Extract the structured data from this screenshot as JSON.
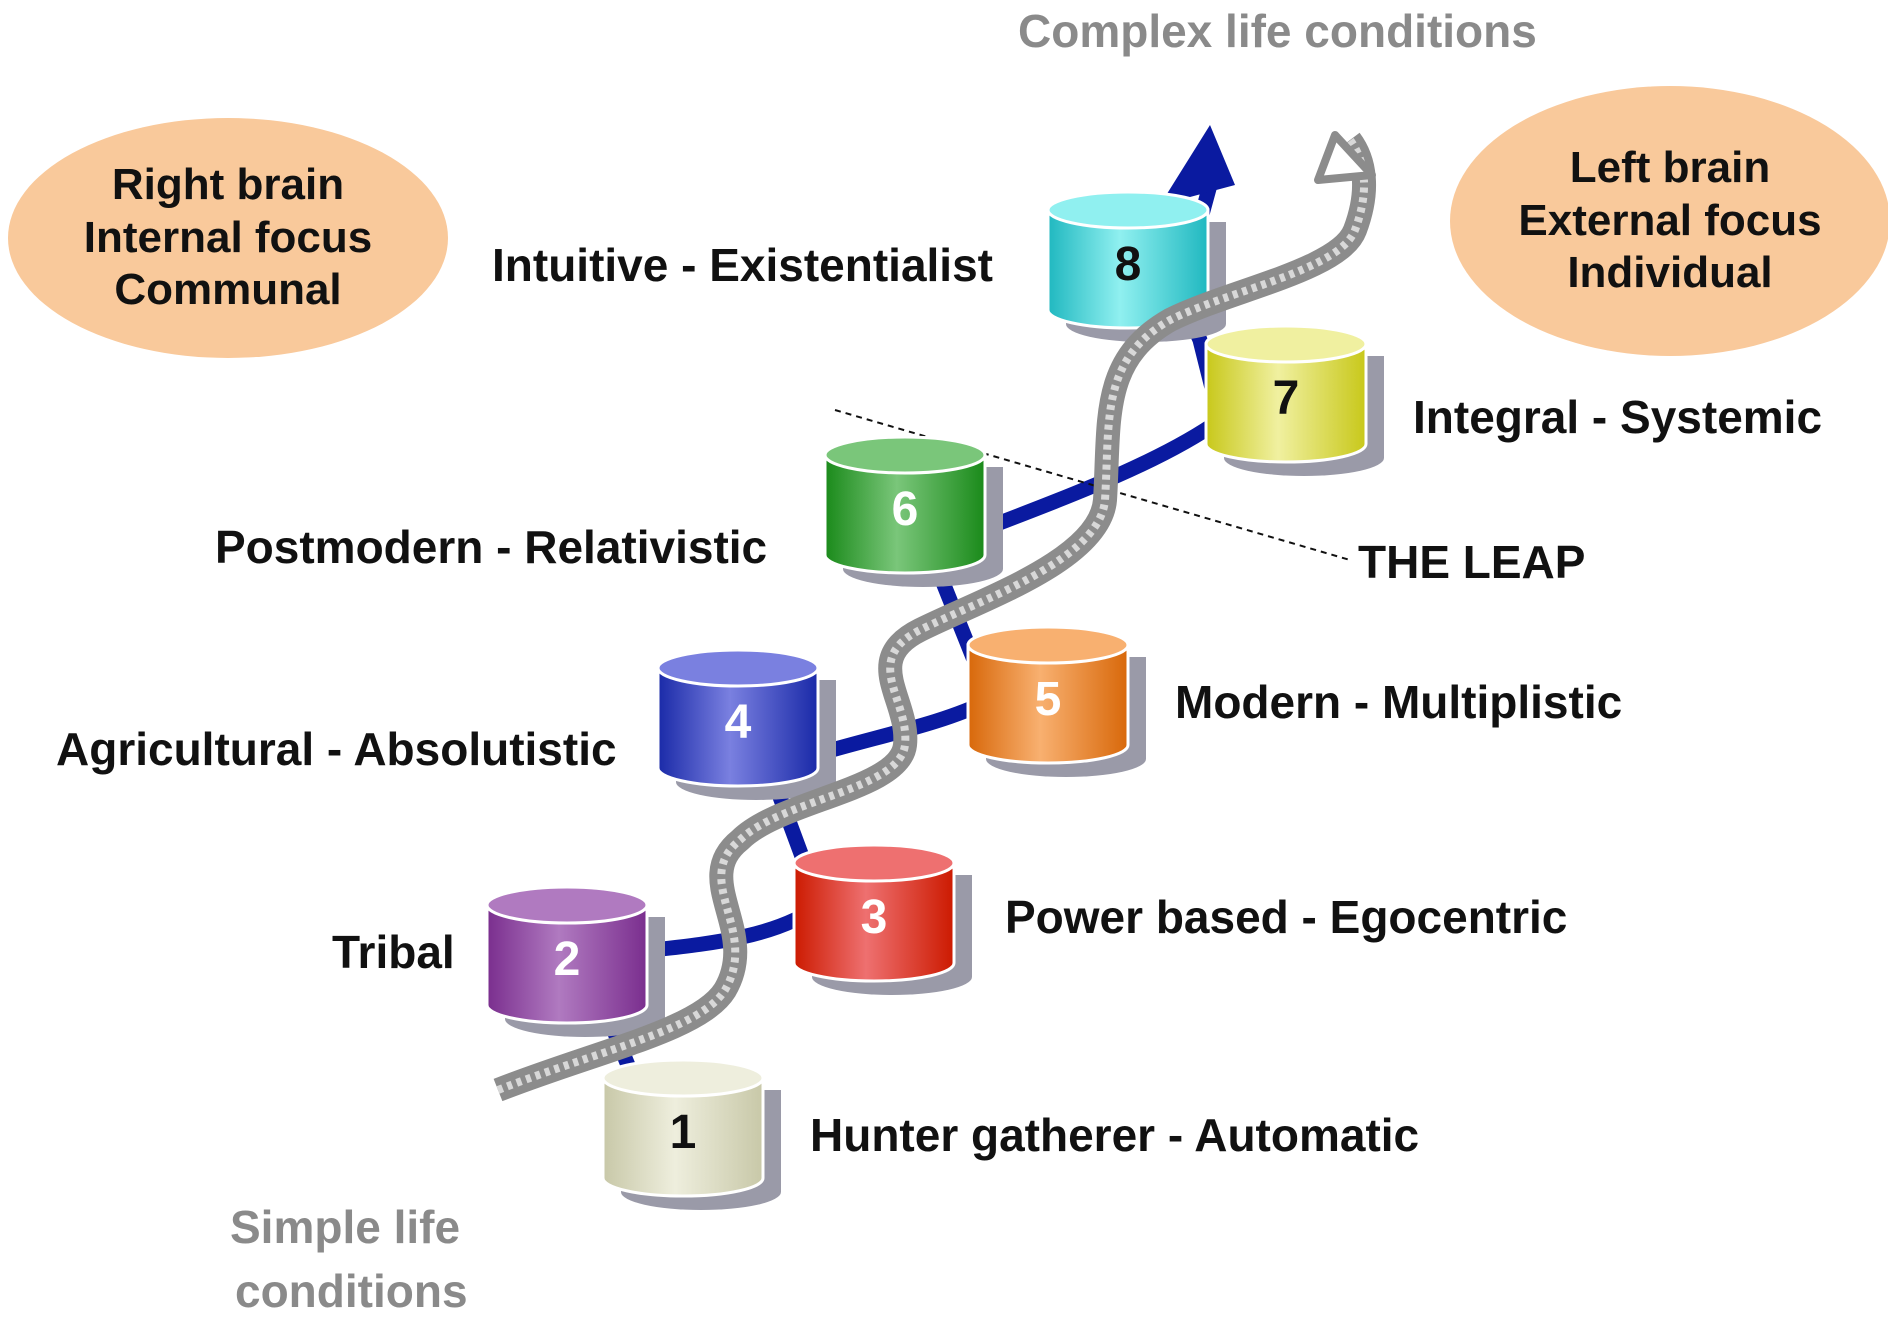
{
  "header": {
    "complex": "Complex life conditions"
  },
  "footer": {
    "simple_line1": "Simple life",
    "simple_line2": "conditions"
  },
  "left_ellipse": {
    "lines": [
      "Right brain",
      "Internal focus",
      "Communal"
    ]
  },
  "right_ellipse": {
    "lines": [
      "Left brain",
      "External focus",
      "Individual"
    ]
  },
  "leap_label": "THE LEAP",
  "stages": [
    {
      "num": "1",
      "label": "Hunter gatherer - Automatic",
      "color_top": "#eeeedd",
      "color_side": "#c8c8a8",
      "num_color": "#111111"
    },
    {
      "num": "2",
      "label": "Tribal",
      "color_top": "#b07ac0",
      "color_side": "#7a2e8e",
      "num_color": "#ffffff"
    },
    {
      "num": "3",
      "label": "Power based - Egocentric",
      "color_top": "#ee7070",
      "color_side": "#cc1a00",
      "num_color": "#ffffff"
    },
    {
      "num": "4",
      "label": "Agricultural - Absolutistic",
      "color_top": "#7a80e0",
      "color_side": "#1a2aa8",
      "num_color": "#ffffff"
    },
    {
      "num": "5",
      "label": "Modern - Multiplistic",
      "color_top": "#f8b070",
      "color_side": "#d8680a",
      "num_color": "#ffffff"
    },
    {
      "num": "6",
      "label": "Postmodern - Relativistic",
      "color_top": "#7ac67a",
      "color_side": "#1a8a1a",
      "num_color": "#ffffff"
    },
    {
      "num": "7",
      "label": "Integral - Systemic",
      "color_top": "#f0f0a0",
      "color_side": "#c8c81a",
      "num_color": "#111111"
    },
    {
      "num": "8",
      "label": "Intuitive - Existentialist",
      "color_top": "#90f0f0",
      "color_side": "#20b8c0",
      "num_color": "#111111"
    }
  ],
  "colors": {
    "blue_path": "#0a1aa0",
    "grey_road": "#9a9a9a",
    "ellipse_fill": "#f9c99b"
  }
}
